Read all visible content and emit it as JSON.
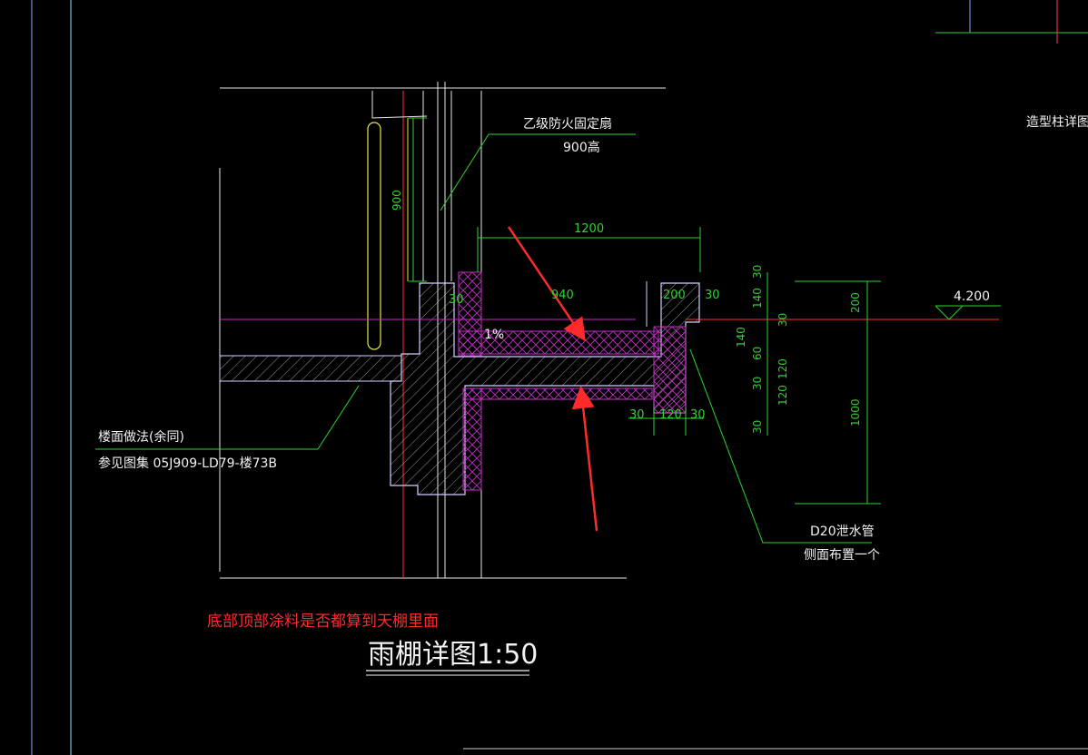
{
  "drawing": {
    "title": "雨棚详图1:50",
    "question": "底部顶部涂料是否都算到天棚里面",
    "side_label": "造型柱详图",
    "labels": {
      "fire_window": "乙级防火固定扇",
      "fire_window_height": "900高",
      "floor_method": "楼面做法(余同)",
      "floor_ref": "参见图集  05J909-LD79-楼73B",
      "drain": "D20泄水管",
      "drain_note": "侧面布置一个",
      "slope": "1%",
      "elevation": "4.200"
    },
    "dimensions": {
      "top_width": "1200",
      "inner_width": "940",
      "window_900": "900",
      "lip_200": "200",
      "d30a": "30",
      "d30b": "30",
      "d30c": "30",
      "d30d": "30",
      "d120_bottom": "120",
      "right_200": "200",
      "right_1000": "1000",
      "stack": [
        "30",
        "140",
        "30",
        "140",
        "60",
        "30",
        "120",
        "120",
        "30"
      ]
    }
  },
  "colors": {
    "background": "#000000",
    "dimension": "#2fd22f",
    "annotation": "#ff2a2a",
    "concrete_outline": "#d0d0ff",
    "insulation": "#c030c0",
    "column": "#e8e84a",
    "level_line": "#cc22cc"
  }
}
